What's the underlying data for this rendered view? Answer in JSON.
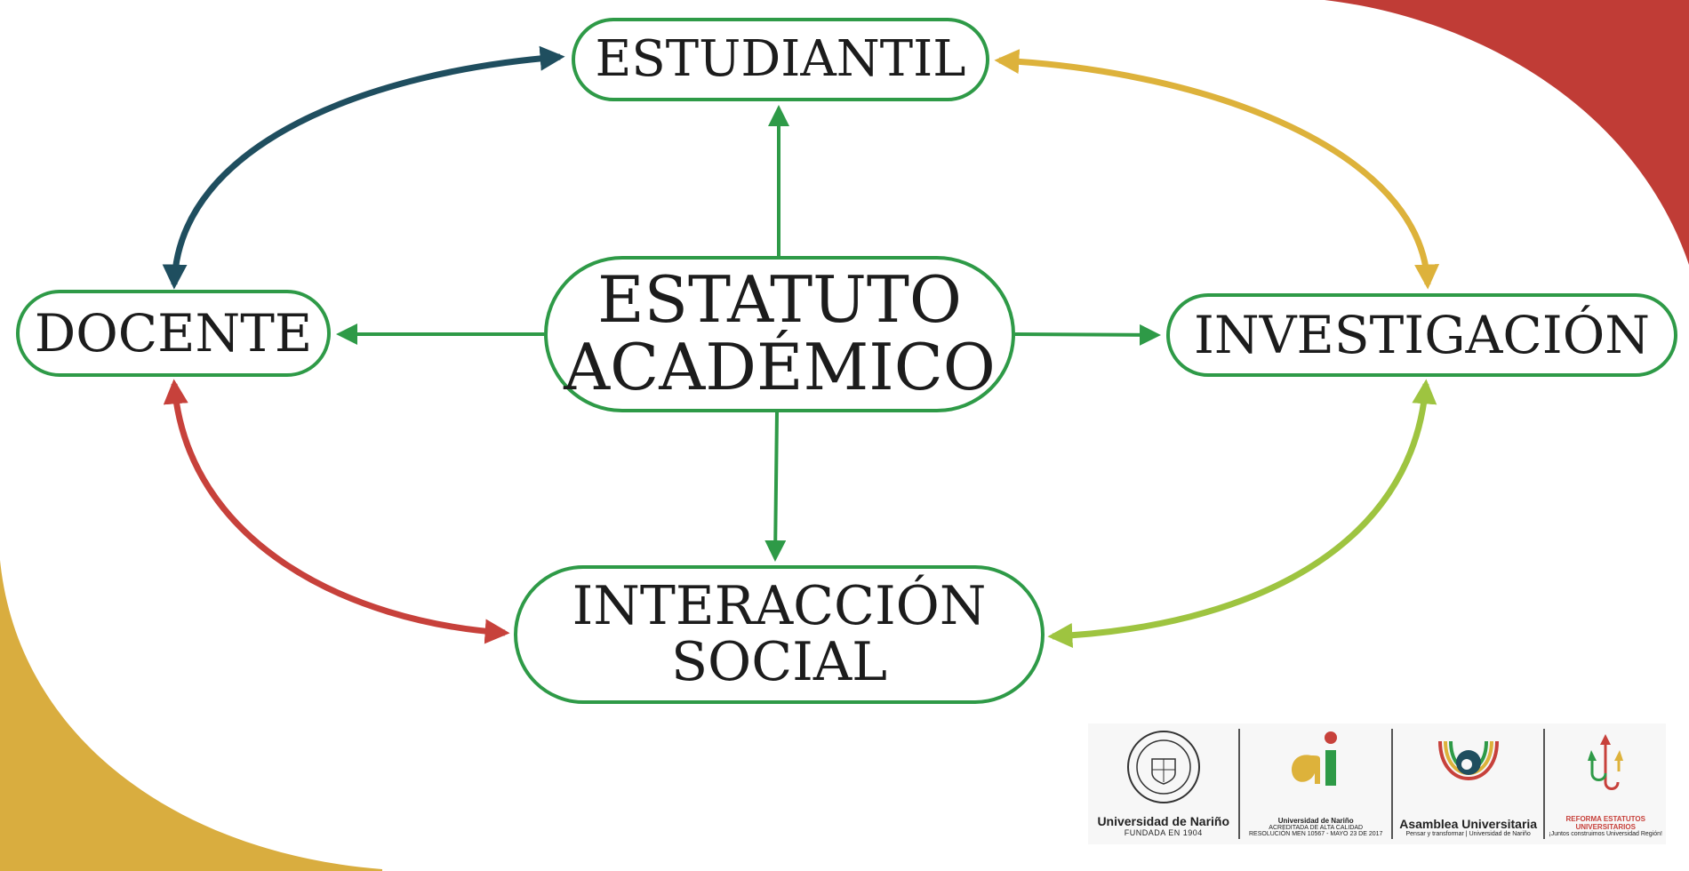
{
  "diagram": {
    "center": {
      "lines": [
        "ESTATUTO",
        "ACADÉMICO"
      ]
    },
    "estudiantil": {
      "label": "ESTUDIANTIL"
    },
    "docente": {
      "label": "DOCENTE"
    },
    "investigacion": {
      "label": "INVESTIGACIÓN"
    },
    "interaccion": {
      "lines": [
        "INTERACCIÓN",
        "SOCIAL"
      ]
    }
  },
  "colors": {
    "node_border": "#2e9a47",
    "center_arrows": "#2e9a47",
    "arc_docente_estudiantil": "#1f4e5f",
    "arc_estudiantil_investigacion": "#ddb23b",
    "arc_docente_interaccion": "#c7413b",
    "arc_investigacion_interaccion": "#9ec440",
    "corner_top_right": "#c03c36",
    "corner_bottom_left": "#d9ad3f"
  },
  "logos": {
    "udenar": {
      "name": "Universidad de Nariño",
      "sub": "FUNDADA EN 1904"
    },
    "acreditacion": {
      "mark": "ai",
      "name": "Universidad de Nariño",
      "line1": "ACREDITADA DE ALTA CALIDAD",
      "line2": "RESOLUCIÓN MEN 10567 - MAYO 23 DE 2017"
    },
    "asamblea": {
      "name": "Asamblea Universitaria",
      "sub": "Pensar y transformar | Universidad de Nariño"
    },
    "reforma": {
      "line1": "REFORMA ESTATUTOS",
      "line2": "UNIVERSITARIOS",
      "sub": "¡Juntos construimos Universidad Región!"
    }
  }
}
